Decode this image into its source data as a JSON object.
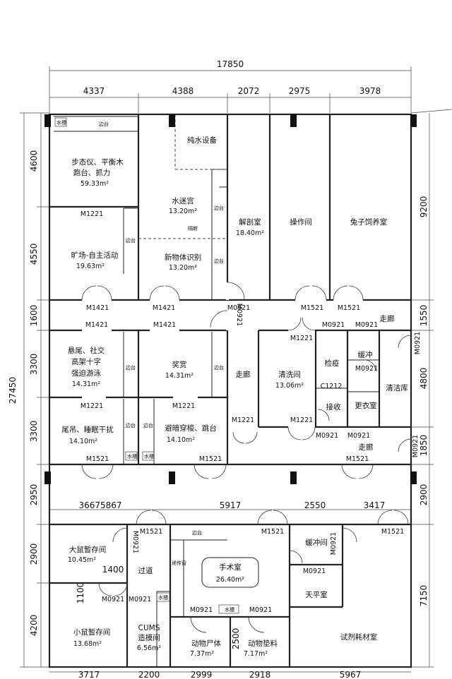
{
  "dimensions": {
    "overall_width": "17850",
    "overall_height": "27450",
    "top": [
      "4337",
      "4388",
      "2072",
      "2975",
      "3978"
    ],
    "left": [
      "4600",
      "4550",
      "1600",
      "3300",
      "3300",
      "2950",
      "2900",
      "4200"
    ],
    "right": [
      "9200",
      "1550",
      "4800",
      "1850",
      "2900",
      "7150"
    ],
    "mid_row": [
      "36675867",
      "5917",
      "2550",
      "3417"
    ],
    "bottom": [
      "3717",
      "2200",
      "2999",
      "2918",
      "5967"
    ],
    "inner": [
      "1400",
      "1100",
      "2500"
    ]
  },
  "rooms": {
    "gait": {
      "name_l1": "步态仪、平衡木",
      "name_l2": "跑台、抓力",
      "area": "59.33m²"
    },
    "water_maze": {
      "name": "水迷宫",
      "area": "13.20m²"
    },
    "pure_water": {
      "name": "纯水设备"
    },
    "dissection": {
      "name": "解剖室",
      "area": "18.40m²"
    },
    "operation": {
      "name": "操作间"
    },
    "rabbit": {
      "name": "兔子饲养室"
    },
    "open_field": {
      "name": "旷场-自主活动",
      "area": "19.63m²"
    },
    "novel_object": {
      "name": "新物体识别",
      "area": "13.20m²"
    },
    "tail_susp": {
      "name_l1": "悬尾、社交",
      "name_l2": "高架十字",
      "name_l3": "强迫游泳",
      "area": "14.31m²"
    },
    "reward": {
      "name": "奖赏",
      "area": "14.31m²"
    },
    "corridor_v": {
      "name": "走廊"
    },
    "washing": {
      "name": "清洗间",
      "area": "13.06m²"
    },
    "quarantine": {
      "name": "检疫"
    },
    "buffer_top": {
      "name": "缓冲"
    },
    "cleaning_store": {
      "name": "清洁库"
    },
    "receiving": {
      "name": "接收"
    },
    "changing": {
      "name": "更衣室"
    },
    "corridor_top": {
      "name": "走廊"
    },
    "corridor_right": {
      "name": "走廊"
    },
    "hanging_tail": {
      "name": "尾吊、睡眠干扰",
      "area": "14.10m²"
    },
    "avoid_shuttle": {
      "name": "避暗穿梭、跳台",
      "area": "14.10m²"
    },
    "rat_hold": {
      "name": "大鼠暂存间",
      "area": "10.45m²"
    },
    "passage": {
      "name": "过道"
    },
    "surgery": {
      "name": "手术室",
      "area": "26.40m²"
    },
    "buffer_bottom": {
      "name": "缓冲间"
    },
    "balance": {
      "name": "天平室"
    },
    "mouse_hold": {
      "name": "小鼠暂存间",
      "area": "13.68m²"
    },
    "cums": {
      "name_l1": "CUMS",
      "name_l2": "造模间",
      "area": "6.56m²"
    },
    "carcass": {
      "name": "动物尸体",
      "area": "7.37m²"
    },
    "bedding": {
      "name": "动物垫料",
      "area": "7.17m²"
    },
    "reagent": {
      "name": "试剂耗材室"
    }
  },
  "fixtures": {
    "bench": "边台",
    "sink": "水槽",
    "partition": "隔断",
    "pass_box": "递传窗"
  },
  "doors": {
    "m1221": "M1221",
    "m1421": "M1421",
    "m0921": "M0921",
    "m1521": "M1521",
    "c1212": "C1212"
  }
}
